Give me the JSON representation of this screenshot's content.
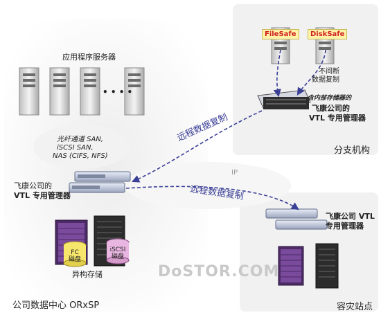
{
  "zones": {
    "hq_title": "公司数据中心 ORxSP",
    "branch_title": "分支机构",
    "dr_title": "容灾站点"
  },
  "hq": {
    "app_servers_label": "应用程序服务器",
    "dots": "• • • •",
    "protocols": [
      "光纤通道 SAN,",
      "iSCSI SAN,",
      "NAS (CIFS, NFS)"
    ],
    "vtl_label_line1": "飞康公司的",
    "vtl_label_line2": "VTL 专用管理器",
    "storage_label": "异构存储",
    "fc_disk": [
      "FC",
      "磁盘"
    ],
    "iscsi_disk": [
      "iSCSI",
      "磁盘"
    ]
  },
  "branch": {
    "filesafe": "FileSafe",
    "disksafe": "DiskSafe",
    "continuous_line1": "不间断",
    "continuous_line2": "数据复制",
    "vtl_note": "含内部存储器的",
    "vtl_label_line1": "飞康公司的",
    "vtl_label_line2": "VTL 专用管理器"
  },
  "dr": {
    "vtl_label_line1": "飞康公司 VTL",
    "vtl_label_line2": "专用管理器"
  },
  "arrows": {
    "upper": "远程数据复制",
    "lower": "远程数据复制",
    "ip": "IP"
  },
  "watermark": "DoSTOR.COM",
  "colors": {
    "arrow": "#3a3f96",
    "zone_bg": "#f3f3f3",
    "disk_purple": "#6a3a8a",
    "badge_yellow": "#fff3a8",
    "badge_text": "#d02020"
  }
}
